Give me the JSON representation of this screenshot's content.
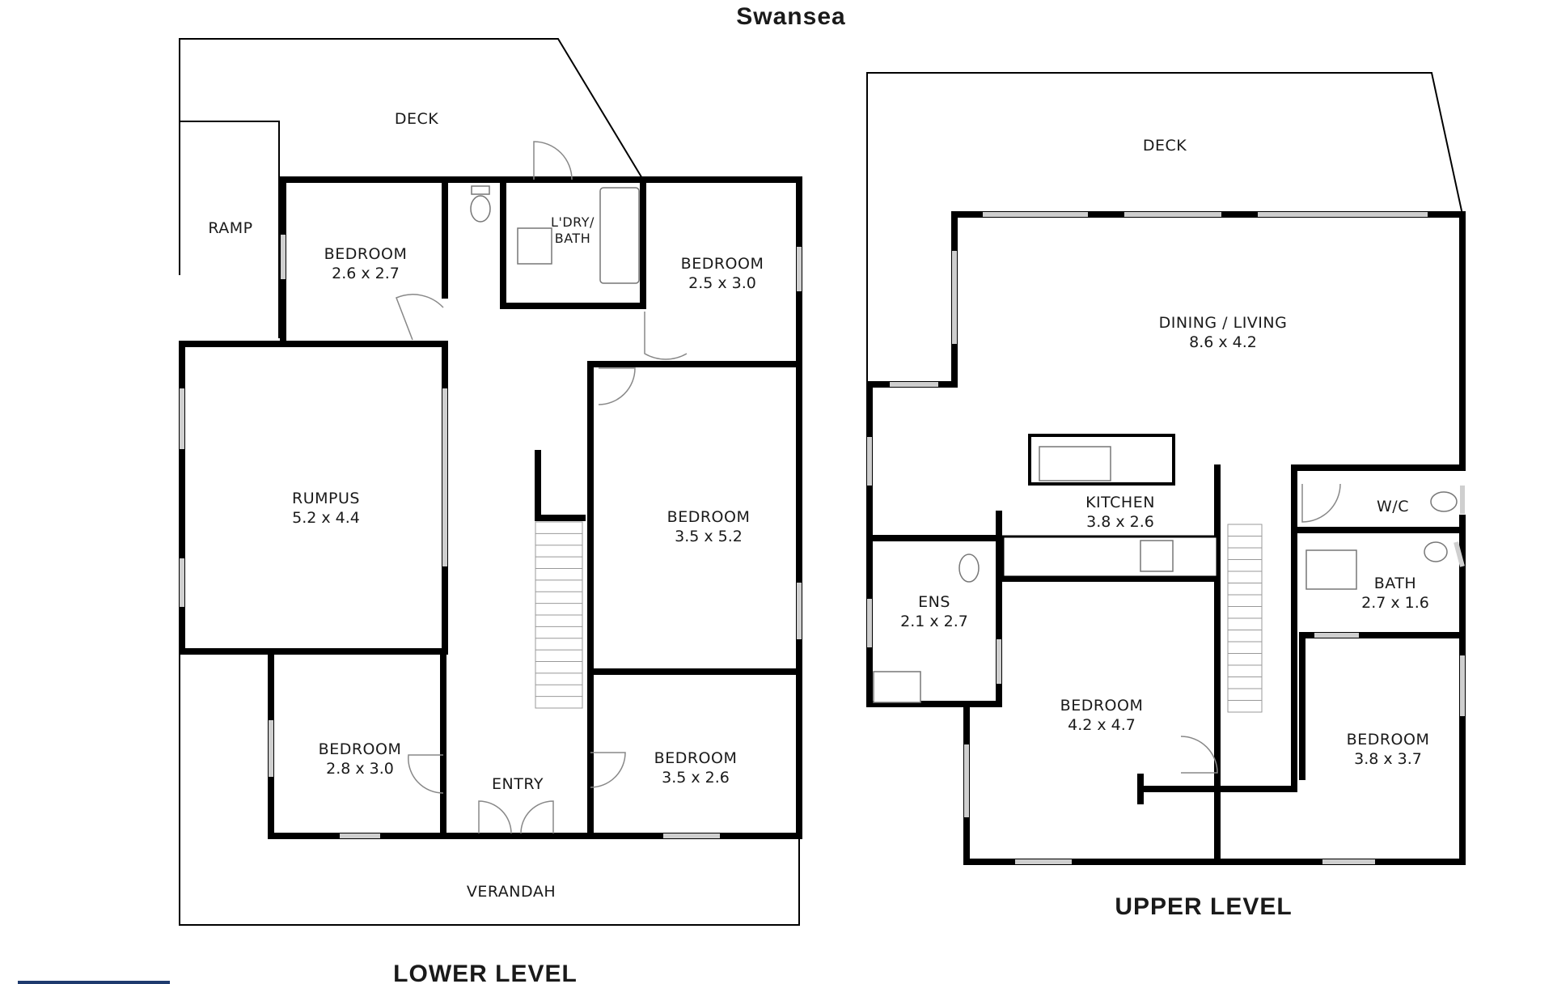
{
  "title": "Swansea",
  "lower_level": {
    "title": "LOWER LEVEL",
    "rooms": [
      {
        "name": "DECK",
        "dims": ""
      },
      {
        "name": "RAMP",
        "dims": ""
      },
      {
        "name": "BEDROOM",
        "dims": "2.6 x 2.7"
      },
      {
        "name": "L'DRY/",
        "dims": "BATH"
      },
      {
        "name": "BEDROOM",
        "dims": "2.5 x 3.0"
      },
      {
        "name": "RUMPUS",
        "dims": "5.2 x 4.4"
      },
      {
        "name": "BEDROOM",
        "dims": "3.5 x 5.2"
      },
      {
        "name": "BEDROOM",
        "dims": "2.8 x 3.0"
      },
      {
        "name": "ENTRY",
        "dims": ""
      },
      {
        "name": "BEDROOM",
        "dims": "3.5 x 2.6"
      },
      {
        "name": "VERANDAH",
        "dims": ""
      }
    ]
  },
  "upper_level": {
    "title": "UPPER LEVEL",
    "rooms": [
      {
        "name": "DECK",
        "dims": ""
      },
      {
        "name": "DINING / LIVING",
        "dims": "8.6 x 4.2"
      },
      {
        "name": "KITCHEN",
        "dims": "3.8 x 2.6"
      },
      {
        "name": "W/C",
        "dims": ""
      },
      {
        "name": "ENS",
        "dims": "2.1 x 2.7"
      },
      {
        "name": "BATH",
        "dims": "2.7 x 1.6"
      },
      {
        "name": "BEDROOM",
        "dims": "4.2 x 4.7"
      },
      {
        "name": "BEDROOM",
        "dims": "3.8 x 3.7"
      }
    ]
  },
  "colors": {
    "walls": "#000000",
    "windows": "#cfcfcf",
    "footer_bar": "#1e3a6e"
  }
}
